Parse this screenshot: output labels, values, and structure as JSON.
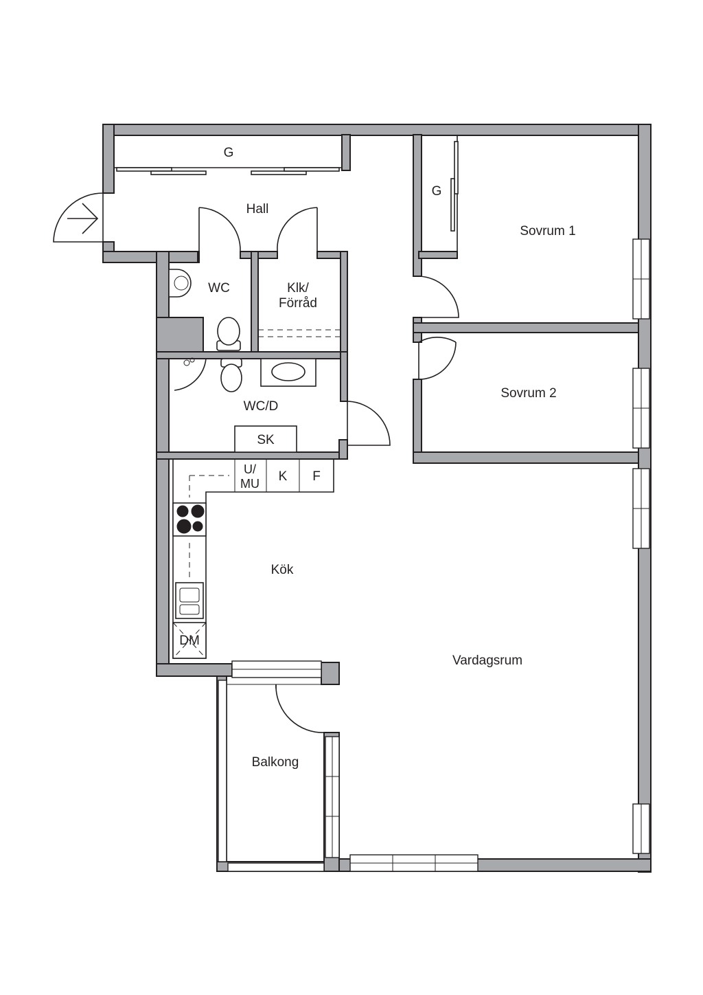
{
  "rooms": {
    "g_hall": "G",
    "hall": "Hall",
    "g_bedroom": "G",
    "sovrum1": "Sovrum 1",
    "wc": "WC",
    "klk_line1": "Klk/",
    "klk_line2": "Förråd",
    "sovrum2": "Sovrum 2",
    "wcd": "WC/D",
    "sk": "SK",
    "umu_line1": "U/",
    "umu_line2": "MU",
    "k": "K",
    "f": "F",
    "kok": "Kök",
    "dm": "DM",
    "vardagsrum": "Vardagsrum",
    "balkong": "Balkong"
  },
  "colors": {
    "wall": "#a7a9ac",
    "line": "#231f20",
    "background": "#ffffff"
  }
}
